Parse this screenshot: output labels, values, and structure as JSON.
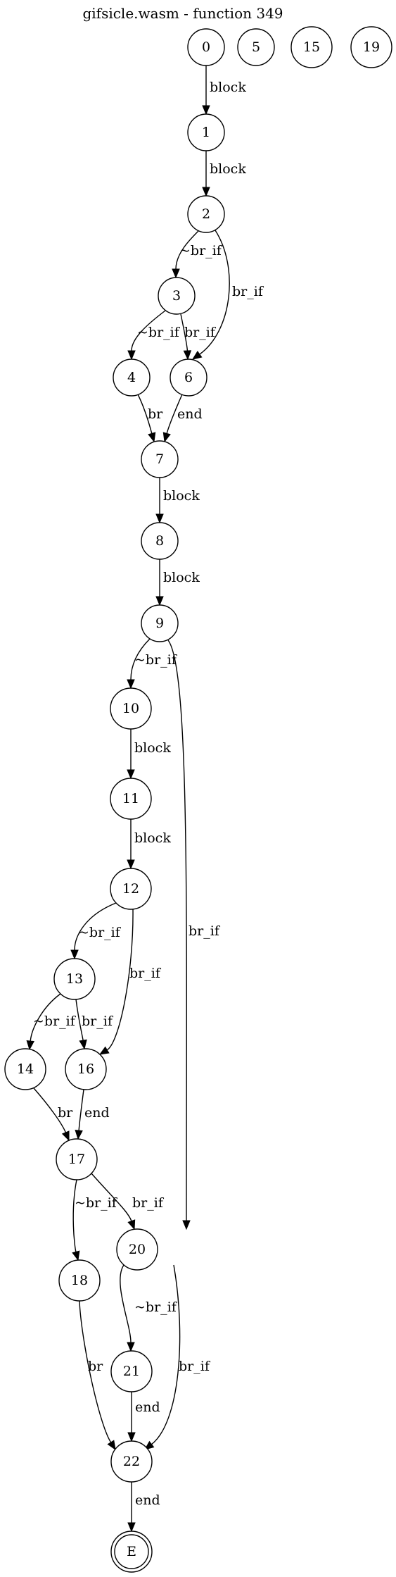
{
  "title": "gifsicle.wasm - function 349",
  "nodes": [
    {
      "id": "0",
      "label": "0"
    },
    {
      "id": "5",
      "label": "5"
    },
    {
      "id": "15",
      "label": "15"
    },
    {
      "id": "19",
      "label": "19"
    },
    {
      "id": "1",
      "label": "1"
    },
    {
      "id": "2",
      "label": "2"
    },
    {
      "id": "3",
      "label": "3"
    },
    {
      "id": "4",
      "label": "4"
    },
    {
      "id": "6",
      "label": "6"
    },
    {
      "id": "7",
      "label": "7"
    },
    {
      "id": "8",
      "label": "8"
    },
    {
      "id": "9",
      "label": "9"
    },
    {
      "id": "10",
      "label": "10"
    },
    {
      "id": "11",
      "label": "11"
    },
    {
      "id": "12",
      "label": "12"
    },
    {
      "id": "13",
      "label": "13"
    },
    {
      "id": "14",
      "label": "14"
    },
    {
      "id": "16",
      "label": "16"
    },
    {
      "id": "17",
      "label": "17"
    },
    {
      "id": "18",
      "label": "18"
    },
    {
      "id": "20",
      "label": "20"
    },
    {
      "id": "21",
      "label": "21"
    },
    {
      "id": "22",
      "label": "22"
    },
    {
      "id": "E",
      "label": "E",
      "final": true
    }
  ],
  "edges": [
    {
      "from": "0",
      "to": "1",
      "label": "block"
    },
    {
      "from": "1",
      "to": "2",
      "label": "block"
    },
    {
      "from": "2",
      "to": "3",
      "label": "~br_if"
    },
    {
      "from": "2",
      "to": "6",
      "label": "br_if"
    },
    {
      "from": "3",
      "to": "4",
      "label": "~br_if"
    },
    {
      "from": "3",
      "to": "6",
      "label": "br_if"
    },
    {
      "from": "4",
      "to": "7",
      "label": "br"
    },
    {
      "from": "6",
      "to": "7",
      "label": "end"
    },
    {
      "from": "7",
      "to": "8",
      "label": "block"
    },
    {
      "from": "8",
      "to": "9",
      "label": "block"
    },
    {
      "from": "9",
      "to": "10",
      "label": "~br_if"
    },
    {
      "from": "9",
      "to": "20",
      "label": "br_if"
    },
    {
      "from": "10",
      "to": "11",
      "label": "block"
    },
    {
      "from": "11",
      "to": "12",
      "label": "block"
    },
    {
      "from": "12",
      "to": "13",
      "label": "~br_if"
    },
    {
      "from": "12",
      "to": "16",
      "label": "br_if"
    },
    {
      "from": "13",
      "to": "14",
      "label": "~br_if"
    },
    {
      "from": "13",
      "to": "16",
      "label": "br_if"
    },
    {
      "from": "14",
      "to": "17",
      "label": "br"
    },
    {
      "from": "16",
      "to": "17",
      "label": "end"
    },
    {
      "from": "17",
      "to": "18",
      "label": "~br_if"
    },
    {
      "from": "17",
      "to": "20",
      "label": "br_if"
    },
    {
      "from": "18",
      "to": "22",
      "label": "br"
    },
    {
      "from": "20",
      "to": "21",
      "label": "~br_if"
    },
    {
      "from": "20",
      "to": "22",
      "label": "br_if"
    },
    {
      "from": "21",
      "to": "22",
      "label": "end"
    },
    {
      "from": "22",
      "to": "E",
      "label": "end"
    }
  ]
}
